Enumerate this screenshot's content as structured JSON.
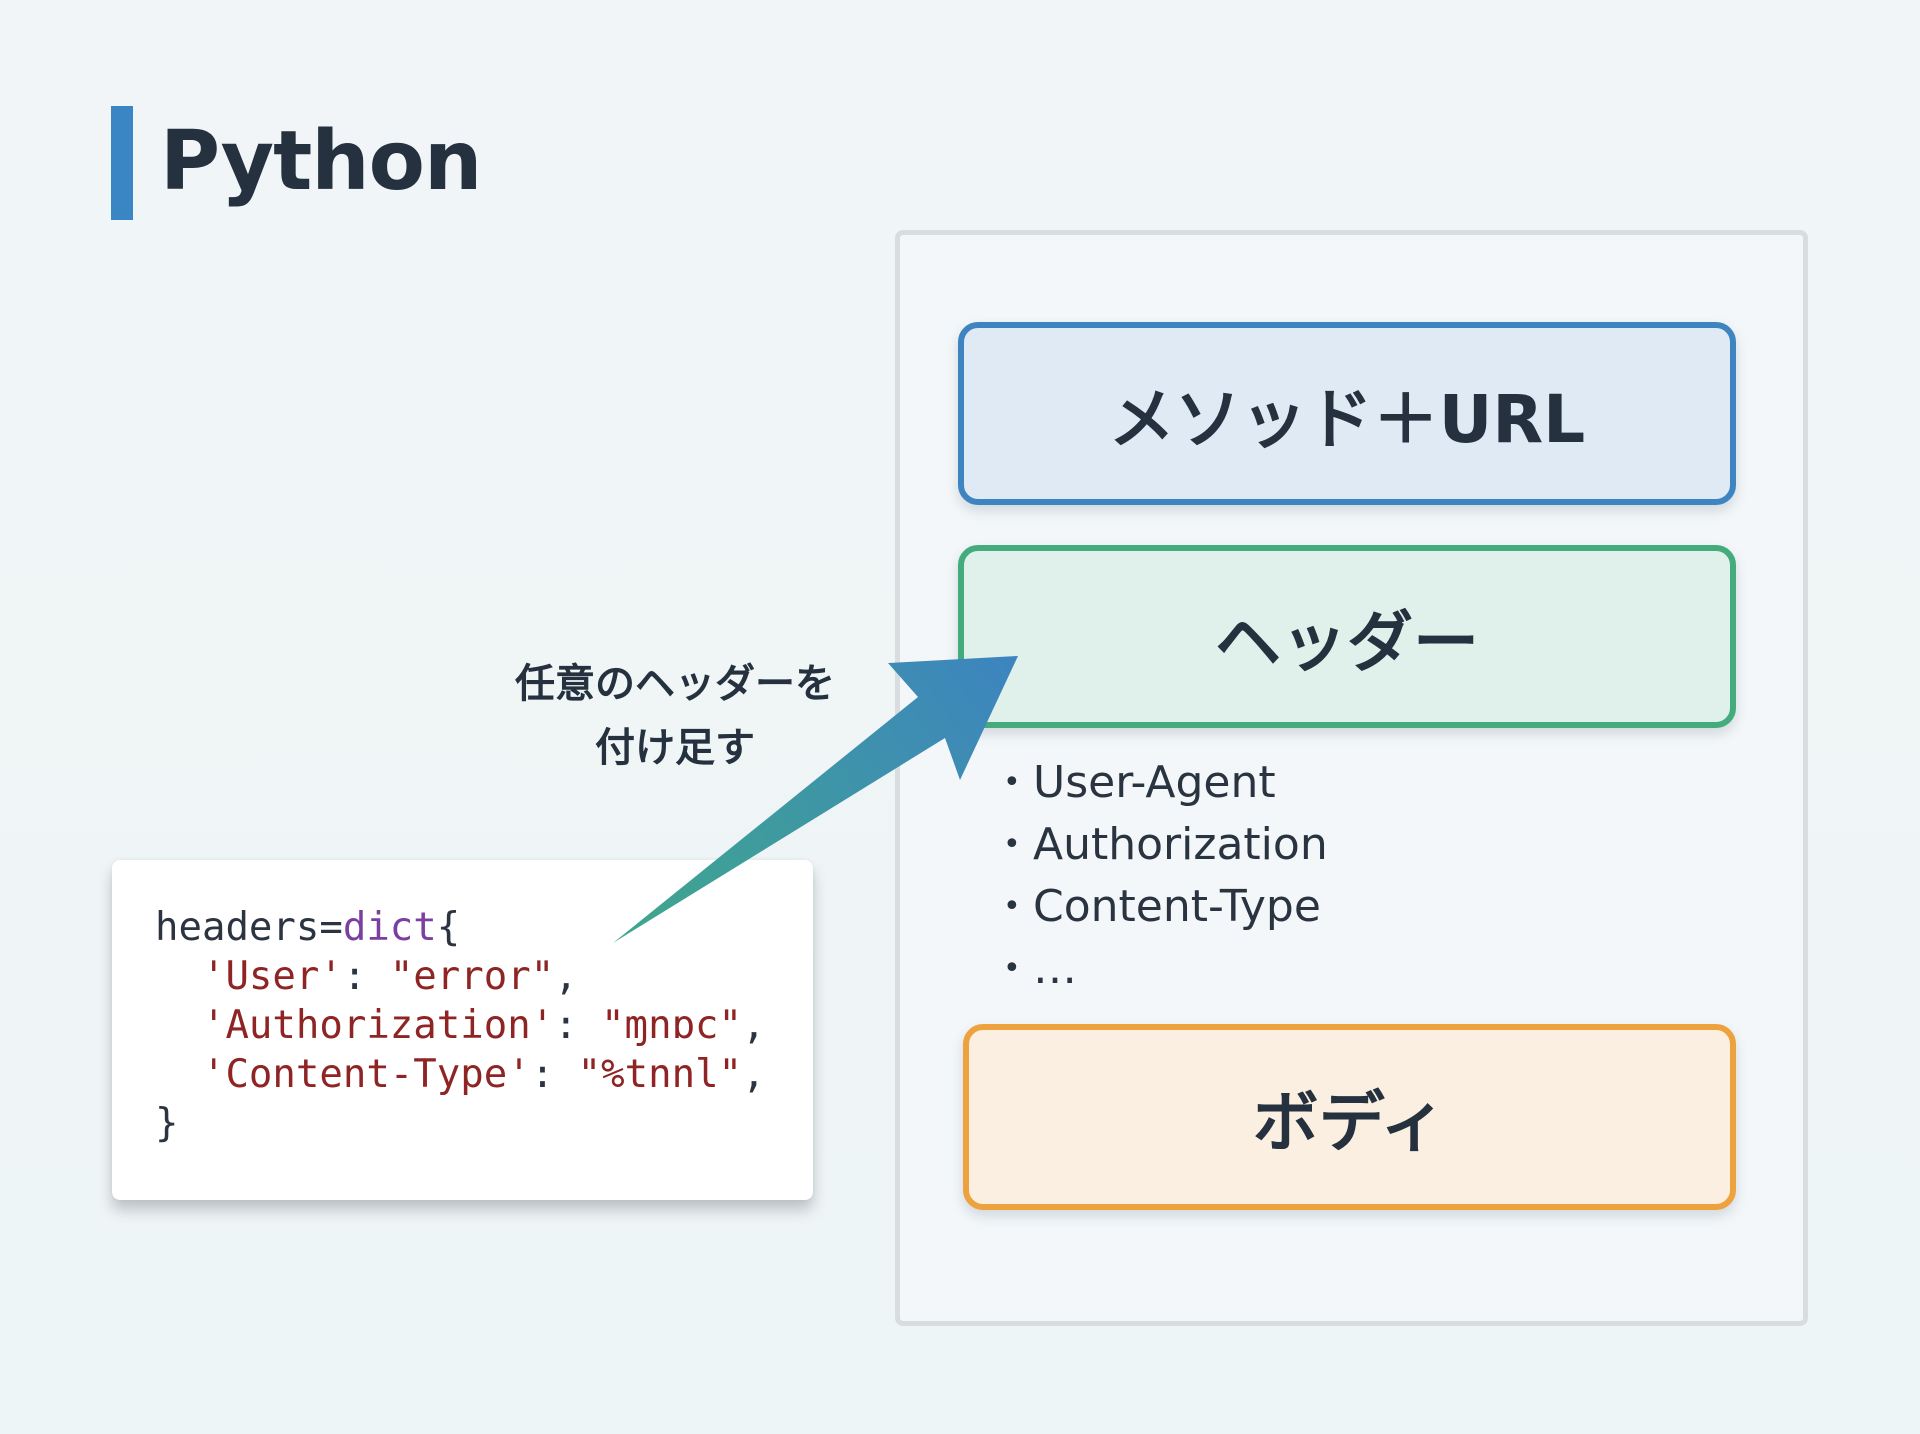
{
  "title": "Python",
  "request_parts": {
    "method_url": "メソッド＋URL",
    "header": "ヘッダー",
    "body": "ボディ"
  },
  "header_examples": [
    {
      "label": "User-Agent"
    },
    {
      "label": "Authorization"
    },
    {
      "label": "Content-Type"
    },
    {
      "label": "…"
    }
  ],
  "bullet_glyph": "•",
  "annotation": {
    "line1": "任意のヘッダーを",
    "line2": "付け足す"
  },
  "code": {
    "line1": {
      "var": "headers=",
      "call": "dict",
      "open": "{"
    },
    "entries": [
      {
        "indent": "  ",
        "key": "'User'",
        "sep": ": ",
        "value": "\"error\"",
        "comma": ","
      },
      {
        "indent": "  ",
        "key": "'Authorization'",
        "sep": ": ",
        "value": "\"ɱnɒc\"",
        "comma": ","
      },
      {
        "indent": "  ",
        "key": "'Content-Type'",
        "sep": ": ",
        "value": "\"%tnnl\"",
        "comma": ","
      }
    ],
    "close": "}"
  },
  "colors": {
    "accent_bar": "#3a86c4",
    "method_border": "#3d84c0",
    "header_border": "#44ac7c",
    "body_border": "#eda23e",
    "arrow_start": "#3fa88a",
    "arrow_end": "#3d84c0"
  }
}
